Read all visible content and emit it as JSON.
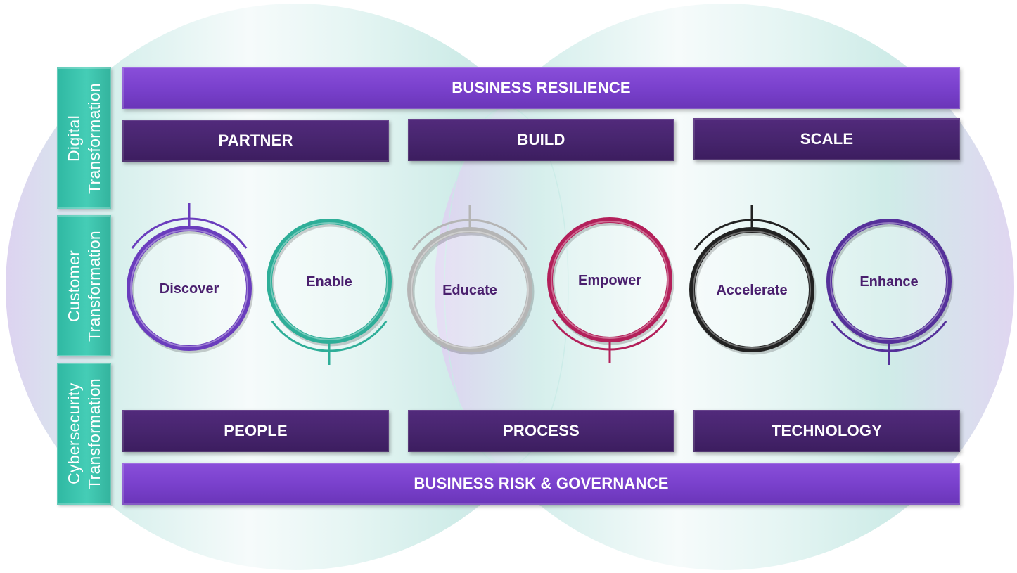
{
  "side_tabs": [
    {
      "label": "Digital Transformation"
    },
    {
      "label": "Customer Transformation"
    },
    {
      "label": "Cybersecurity Transformation"
    }
  ],
  "top_bar": {
    "label": "BUSINESS RESILIENCE"
  },
  "pillars_top": [
    {
      "label": "PARTNER"
    },
    {
      "label": "BUILD"
    },
    {
      "label": "SCALE"
    }
  ],
  "rings": [
    {
      "label": "Discover",
      "color": "#6a3dbd",
      "tick": "top"
    },
    {
      "label": "Enable",
      "color": "#2eae98",
      "tick": "bottom"
    },
    {
      "label": "Educate",
      "color": "#b5b5b5",
      "tick": "top"
    },
    {
      "label": "Empower",
      "color": "#b3205a",
      "tick": "bottom"
    },
    {
      "label": "Accelerate",
      "color": "#222222",
      "tick": "top"
    },
    {
      "label": "Enhance",
      "color": "#55309a",
      "tick": "bottom"
    }
  ],
  "pillars_bottom": [
    {
      "label": "PEOPLE"
    },
    {
      "label": "PROCESS"
    },
    {
      "label": "TECHNOLOGY"
    }
  ],
  "bottom_bar": {
    "label": "BUSINESS RISK & GOVERNANCE"
  },
  "colors": {
    "teal": "#3cc2ab",
    "purple_light": "#7a41cd",
    "purple_dark": "#47256e",
    "label_text": "#4a1f6e"
  }
}
